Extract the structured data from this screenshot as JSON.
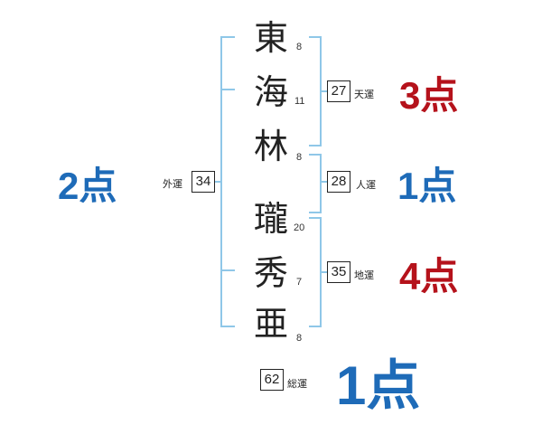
{
  "characters": [
    {
      "char": "東",
      "strokes": "8"
    },
    {
      "char": "海",
      "strokes": "11"
    },
    {
      "char": "林",
      "strokes": "8"
    },
    {
      "char": "瓏",
      "strokes": "20"
    },
    {
      "char": "秀",
      "strokes": "7"
    },
    {
      "char": "亜",
      "strokes": "8"
    }
  ],
  "gaiun": {
    "label": "外運",
    "value": "34",
    "score": "2点",
    "color": "#1e6bb8"
  },
  "tenun": {
    "label": "天運",
    "value": "27",
    "score": "3点",
    "color": "#b5121b"
  },
  "jinun": {
    "label": "人運",
    "value": "28",
    "score": "1点",
    "color": "#1e6bb8"
  },
  "chiun": {
    "label": "地運",
    "value": "35",
    "score": "4点",
    "color": "#b5121b"
  },
  "souun": {
    "label": "総運",
    "value": "62",
    "score": "1点",
    "color": "#1e6bb8"
  },
  "bracket_color": "#8fc7e8"
}
